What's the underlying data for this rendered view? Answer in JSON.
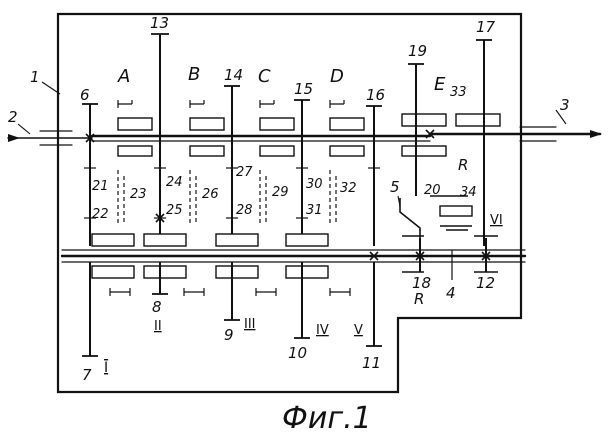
{
  "figure": {
    "caption": "Фиг.1"
  },
  "labels": {
    "n1": "1",
    "n2": "2",
    "n3": "3",
    "n4": "4",
    "n5": "5",
    "n6": "6",
    "n7": "7",
    "n8": "8",
    "n9": "9",
    "n10": "10",
    "n11": "11",
    "n12": "12",
    "n13": "13",
    "n14": "14",
    "n15": "15",
    "n16": "16",
    "n17": "17",
    "n18": "18",
    "n19": "19",
    "n20": "20",
    "n21": "21",
    "n22": "22",
    "n23": "23",
    "n24": "24",
    "n25": "25",
    "n26": "26",
    "n27": "27",
    "n28": "28",
    "n29": "29",
    "n30": "30",
    "n31": "31",
    "n32": "32",
    "n33": "33",
    "n34": "34",
    "A": "A",
    "B": "B",
    "C": "C",
    "D": "D",
    "E": "E",
    "R1": "R",
    "R2": "R",
    "I": "I",
    "II": "II",
    "III": "III",
    "IV": "IV",
    "V": "V",
    "VI": "VI"
  }
}
